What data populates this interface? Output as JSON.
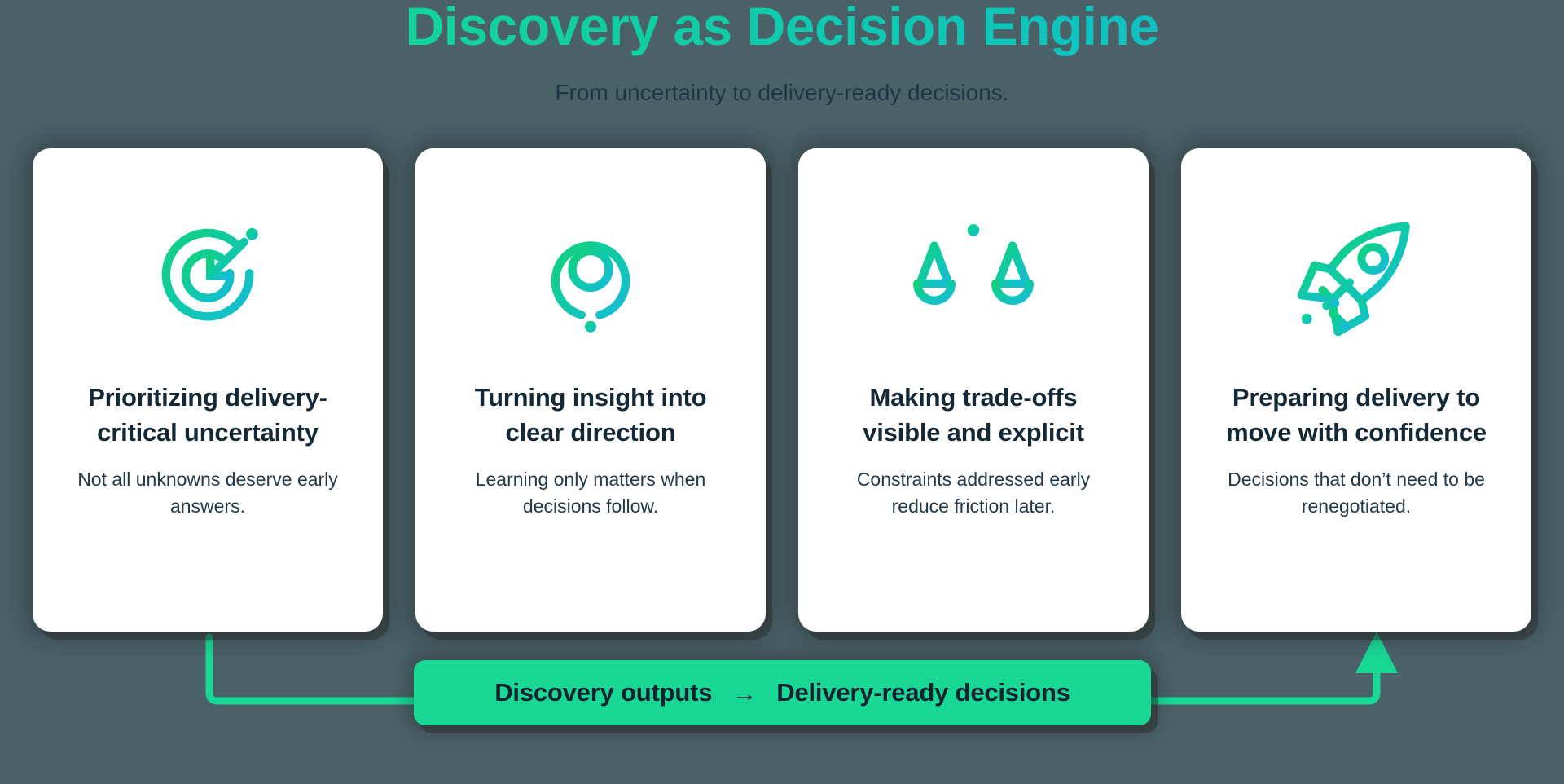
{
  "header": {
    "title": "Discovery as Decision Engine",
    "subtitle": "From uncertainty to delivery-ready decisions.",
    "title_gradient_from": "#17e08a",
    "title_gradient_to": "#16bdd4"
  },
  "theme": {
    "background": "#4a6168",
    "card_background": "#ffffff",
    "accent_green": "#19d896",
    "accent_cyan": "#16bdd4",
    "heading_color": "#152836",
    "body_color": "#23394a"
  },
  "cards": [
    {
      "icon": "target-arrow-icon",
      "title": "Prioritizing delivery-critical uncertainty",
      "body": "Not all unknowns deserve early answers."
    },
    {
      "icon": "location-pin-icon",
      "title": "Turning insight into clear direction",
      "body": "Learning only matters when decisions follow."
    },
    {
      "icon": "balance-scale-icon",
      "title": "Making trade-offs visible and explicit",
      "body": "Constraints addressed early reduce friction later."
    },
    {
      "icon": "rocket-icon",
      "title": "Preparing delivery to move with confidence",
      "body": "Decisions that don’t need to be renegotiated."
    }
  ],
  "banner": {
    "left_label": "Discovery outputs",
    "arrow": "→",
    "right_label": "Delivery-ready decisions"
  }
}
